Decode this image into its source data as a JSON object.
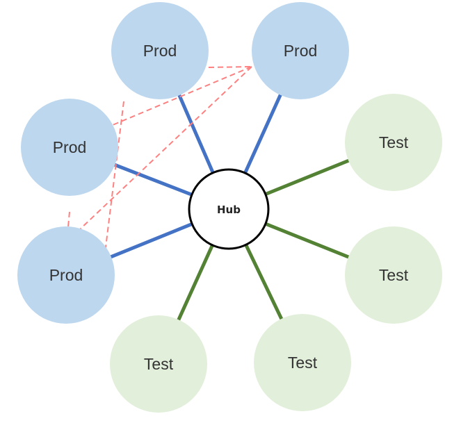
{
  "diagram": {
    "hub": {
      "label": "Hub"
    },
    "nodes": [
      {
        "id": "prod-top-left",
        "label": "Prod",
        "kind": "prod"
      },
      {
        "id": "prod-top-right",
        "label": "Prod",
        "kind": "prod"
      },
      {
        "id": "prod-left",
        "label": "Prod",
        "kind": "prod"
      },
      {
        "id": "prod-bottom-left",
        "label": "Prod",
        "kind": "prod"
      },
      {
        "id": "test-right-top",
        "label": "Test",
        "kind": "test"
      },
      {
        "id": "test-right-bottom",
        "label": "Test",
        "kind": "test"
      },
      {
        "id": "test-bottom-left",
        "label": "Test",
        "kind": "test"
      },
      {
        "id": "test-bottom-right",
        "label": "Test",
        "kind": "test"
      }
    ],
    "colors": {
      "prod_fill": "#bdd7ee",
      "test_fill": "#e2efda",
      "prod_link": "#4472c4",
      "test_link": "#548235",
      "dashed_link": "#ff8080",
      "hub_stroke": "#000000"
    }
  }
}
